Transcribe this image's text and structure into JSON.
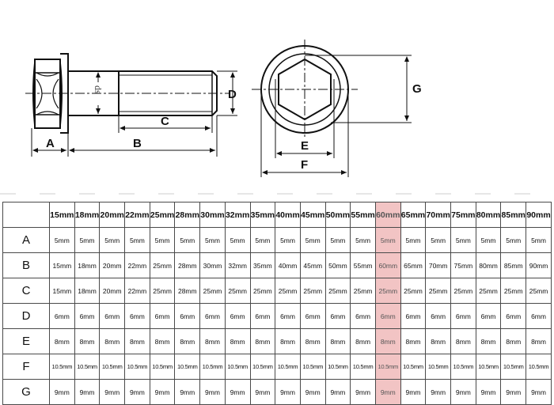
{
  "drawing": {
    "side_view_labels": {
      "a": "A",
      "b": "B",
      "c": "C",
      "d": "D",
      "ds": "ds"
    },
    "top_view_labels": {
      "e": "E",
      "f": "F",
      "g": "G"
    }
  },
  "table": {
    "columns": [
      "15mm",
      "18mm",
      "20mm",
      "22mm",
      "25mm",
      "28mm",
      "30mm",
      "32mm",
      "35mm",
      "40mm",
      "45mm",
      "50mm",
      "55mm",
      "60mm",
      "65mm",
      "70mm",
      "75mm",
      "80mm",
      "85mm",
      "90mm"
    ],
    "highlight_column": "60mm",
    "highlight_color": "#f2c4c4",
    "rows": [
      {
        "label": "A",
        "values": [
          "5mm",
          "5mm",
          "5mm",
          "5mm",
          "5mm",
          "5mm",
          "5mm",
          "5mm",
          "5mm",
          "5mm",
          "5mm",
          "5mm",
          "5mm",
          "5mm",
          "5mm",
          "5mm",
          "5mm",
          "5mm",
          "5mm",
          "5mm"
        ]
      },
      {
        "label": "B",
        "values": [
          "15mm",
          "18mm",
          "20mm",
          "22mm",
          "25mm",
          "28mm",
          "30mm",
          "32mm",
          "35mm",
          "40mm",
          "45mm",
          "50mm",
          "55mm",
          "60mm",
          "65mm",
          "70mm",
          "75mm",
          "80mm",
          "85mm",
          "90mm"
        ]
      },
      {
        "label": "C",
        "values": [
          "15mm",
          "18mm",
          "20mm",
          "22mm",
          "25mm",
          "28mm",
          "25mm",
          "25mm",
          "25mm",
          "25mm",
          "25mm",
          "25mm",
          "25mm",
          "25mm",
          "25mm",
          "25mm",
          "25mm",
          "25mm",
          "25mm",
          "25mm"
        ]
      },
      {
        "label": "D",
        "values": [
          "6mm",
          "6mm",
          "6mm",
          "6mm",
          "6mm",
          "6mm",
          "6mm",
          "6mm",
          "6mm",
          "6mm",
          "6mm",
          "6mm",
          "6mm",
          "6mm",
          "6mm",
          "6mm",
          "6mm",
          "6mm",
          "6mm",
          "6mm"
        ]
      },
      {
        "label": "E",
        "values": [
          "8mm",
          "8mm",
          "8mm",
          "8mm",
          "8mm",
          "8mm",
          "8mm",
          "8mm",
          "8mm",
          "8mm",
          "8mm",
          "8mm",
          "8mm",
          "8mm",
          "8mm",
          "8mm",
          "8mm",
          "8mm",
          "8mm",
          "8mm"
        ]
      },
      {
        "label": "F",
        "values": [
          "10.5mm",
          "10.5mm",
          "10.5mm",
          "10.5mm",
          "10.5mm",
          "10.5mm",
          "10.5mm",
          "10.5mm",
          "10.5mm",
          "10.5mm",
          "10.5mm",
          "10.5mm",
          "10.5mm",
          "10.5mm",
          "10.5mm",
          "10.5mm",
          "10.5mm",
          "10.5mm",
          "10.5mm",
          "10.5mm"
        ]
      },
      {
        "label": "G",
        "values": [
          "9mm",
          "9mm",
          "9mm",
          "9mm",
          "9mm",
          "9mm",
          "9mm",
          "9mm",
          "9mm",
          "9mm",
          "9mm",
          "9mm",
          "9mm",
          "9mm",
          "9mm",
          "9mm",
          "9mm",
          "9mm",
          "9mm",
          "9mm"
        ]
      }
    ]
  }
}
